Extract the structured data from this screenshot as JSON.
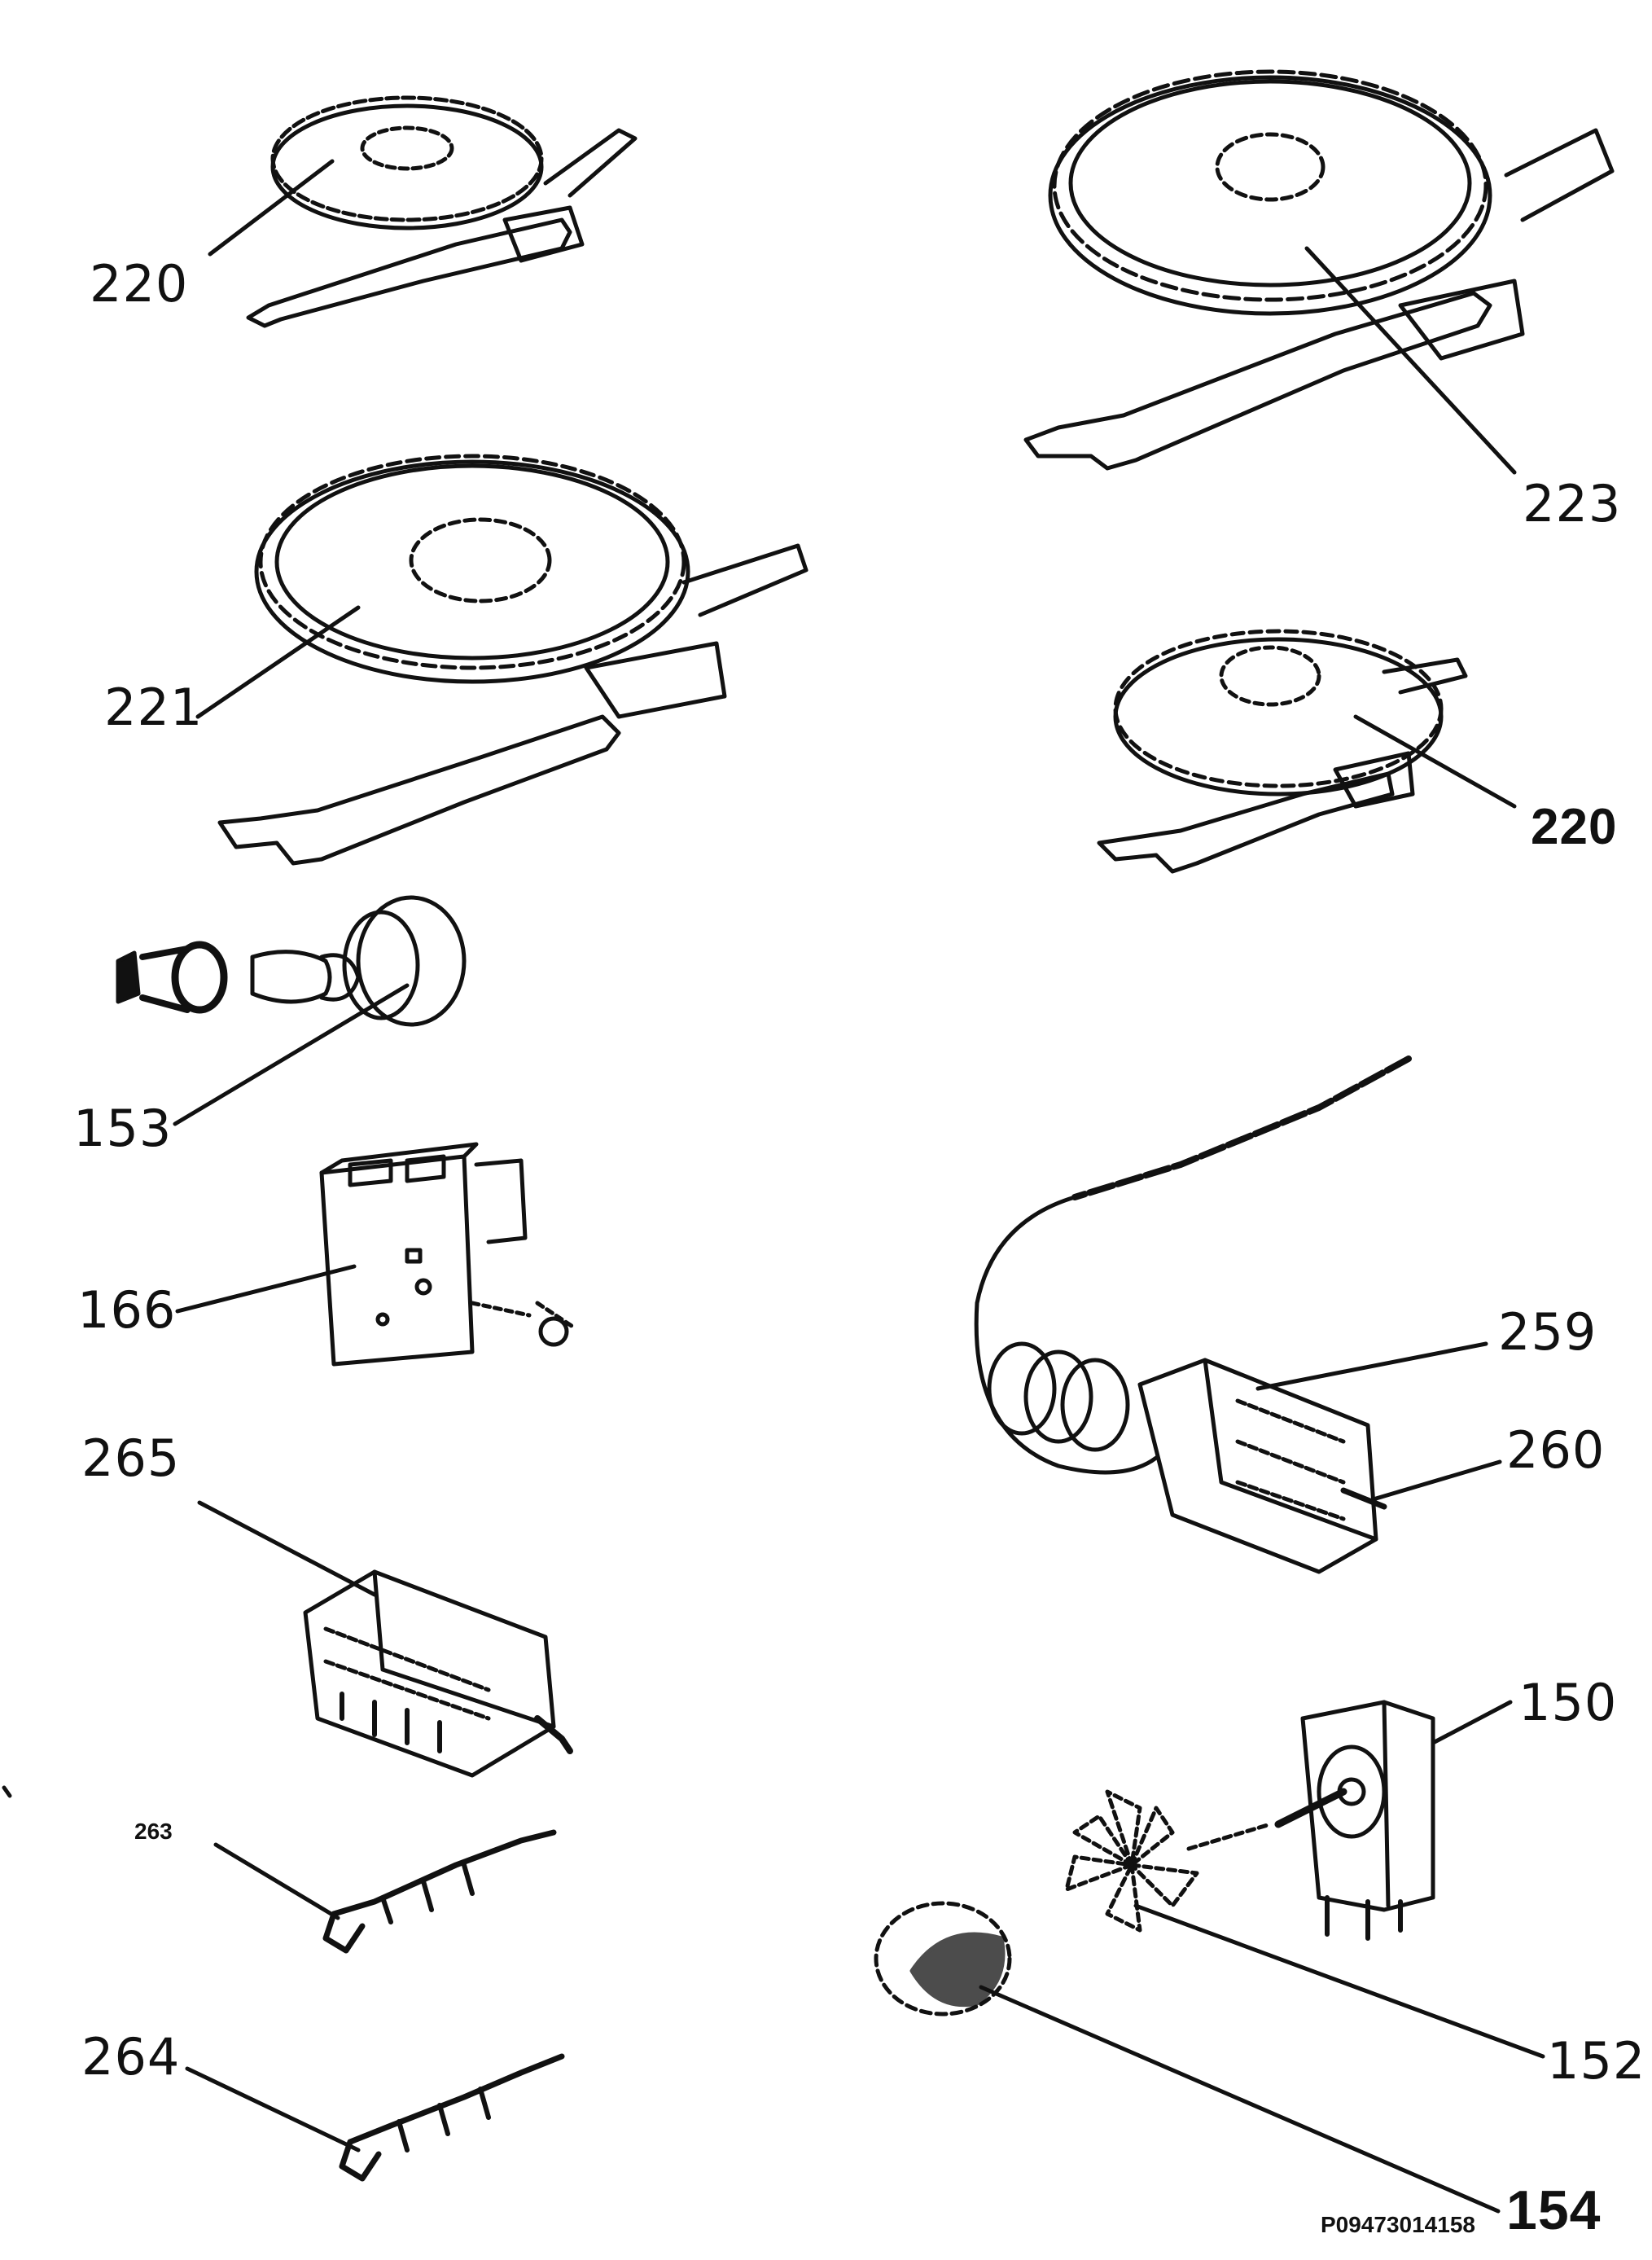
{
  "labels": {
    "l220_top": "220",
    "l223": "223",
    "l221": "221",
    "l220_right": "220",
    "l153": "153",
    "l166": "166",
    "l259": "259",
    "l260": "260",
    "l265": "265",
    "l263": "263",
    "l150": "150",
    "l152": "152",
    "l264": "264",
    "l154": "154",
    "drawing_code": "P09473014158"
  },
  "colors": {
    "ink": "#111111",
    "background": "#ffffff"
  }
}
